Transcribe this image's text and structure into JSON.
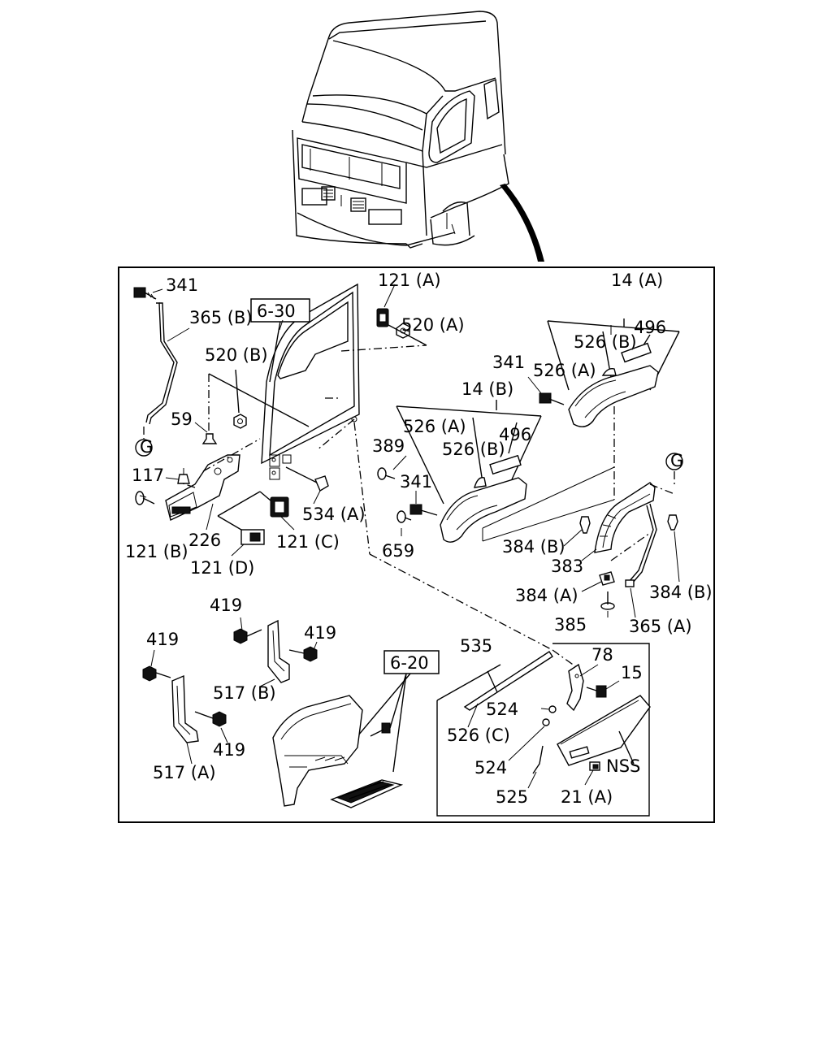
{
  "callouts": {
    "c341_a": "341",
    "c365_b": "365 (B)",
    "c520_b": "520 (B)",
    "c59": "59",
    "g_left": "G",
    "c117": "117",
    "c121_b": "121 (B)",
    "c226": "226",
    "c121_d": "121 (D)",
    "c121_c": "121 (C)",
    "c534_a": "534 (A)",
    "ref_6_30": "6-30",
    "c121_a": "121 (A)",
    "c520_a": "520 (A)",
    "c14_a": "14 (A)",
    "c526_b_top": "526 (B)",
    "c496_top": "496",
    "c341_b": "341",
    "c526_a_top": "526 (A)",
    "c14_b": "14 (B)",
    "c526_a_mid": "526 (A)",
    "c389": "389",
    "c526_b_mid": "526 (B)",
    "c496_mid": "496",
    "c341_c": "341",
    "c659": "659",
    "g_right": "G",
    "c384_b_left": "384 (B)",
    "c383": "383",
    "c384_a": "384 (A)",
    "c384_b_right": "384 (B)",
    "c385": "385",
    "c365_a": "365 (A)",
    "c419_a": "419",
    "c419_b": "419",
    "c517_b": "517 (B)",
    "c419_c": "419",
    "c419_d": "419",
    "c517_a": "517 (A)",
    "ref_6_20": "6-20",
    "c535": "535",
    "c78": "78",
    "c15": "15",
    "c524_a": "524",
    "c526_c": "526 (C)",
    "c524_b": "524",
    "c525": "525",
    "c21_a": "21 (A)",
    "nss": "NSS"
  }
}
